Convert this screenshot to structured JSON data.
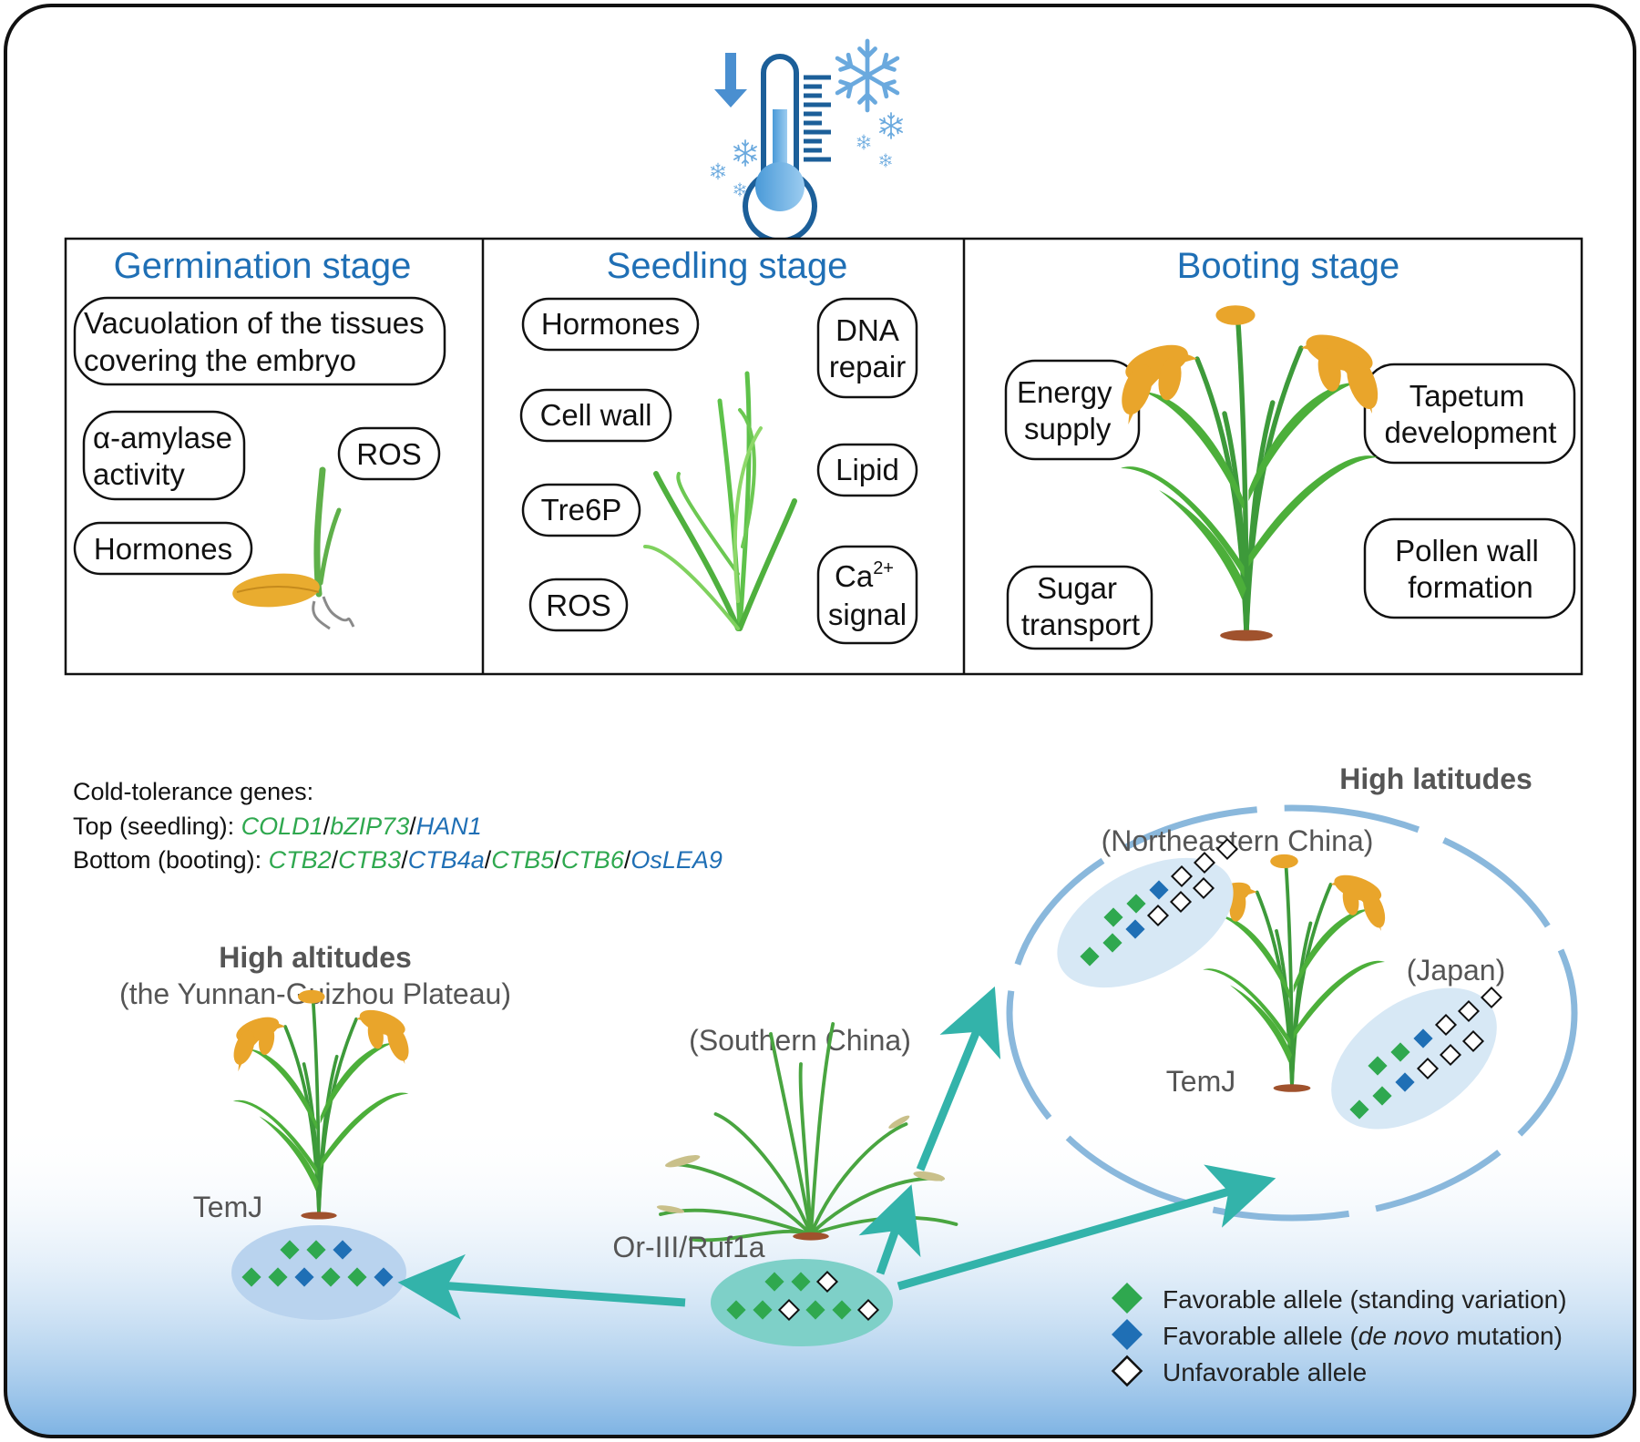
{
  "stages": {
    "germination": {
      "title": "Germination stage",
      "vacuolation_line1": "Vacuolation of the tissues",
      "vacuolation_line2": "covering the embryo",
      "amylase_line1": "α-amylase",
      "amylase_line2": "activity",
      "ros": "ROS",
      "hormones": "Hormones"
    },
    "seedling": {
      "title": "Seedling stage",
      "hormones": "Hormones",
      "cell_wall": "Cell wall",
      "tre6p": "Tre6P",
      "ros": "ROS",
      "dna_line1": "DNA",
      "dna_line2": "repair",
      "lipid": "Lipid",
      "ca_base": "Ca",
      "ca_sup": "2+",
      "ca_line2": "signal"
    },
    "booting": {
      "title": "Booting stage",
      "energy_line1": "Energy",
      "energy_line2": "supply",
      "sugar_line1": "Sugar",
      "sugar_line2": "transport",
      "tapetum_line1": "Tapetum",
      "tapetum_line2": "development",
      "pollen_line1": "Pollen wall",
      "pollen_line2": "formation"
    }
  },
  "genes": {
    "heading": "Cold-tolerance genes:",
    "top_label": "Top (seedling): ",
    "top": [
      "COLD1",
      "bZIP73",
      "HAN1"
    ],
    "bottom_label": "Bottom (booting): ",
    "bottom": [
      "CTB2",
      "CTB3",
      "CTB4a",
      "CTB5",
      "CTB6",
      "OsLEA9"
    ],
    "separator": "/"
  },
  "regions": {
    "high_altitudes": "High altitudes",
    "plateau": "(the Yunnan-Guizhou Plateau)",
    "temj": "TemJ",
    "southern_china": "(Southern China)",
    "or_ruf": "Or-III/Ruf1a",
    "high_latitudes": "High latitudes",
    "northeastern_china": "(Northeastern China)",
    "japan": "(Japan)"
  },
  "legend": {
    "standing_text": "Favorable allele (standing variation)",
    "denovo_prefix": "Favorable allele (",
    "denovo_italic": "de novo",
    "denovo_suffix": " mutation)",
    "unfavorable": "Unfavorable allele"
  },
  "colors": {
    "stage_blue": "#1f6fb5",
    "favorable_green": "#2fa84f",
    "favorable_blue": "#1f6fb5",
    "arrow_teal": "#33b3aa",
    "region_ring": "#8ab8dc"
  }
}
